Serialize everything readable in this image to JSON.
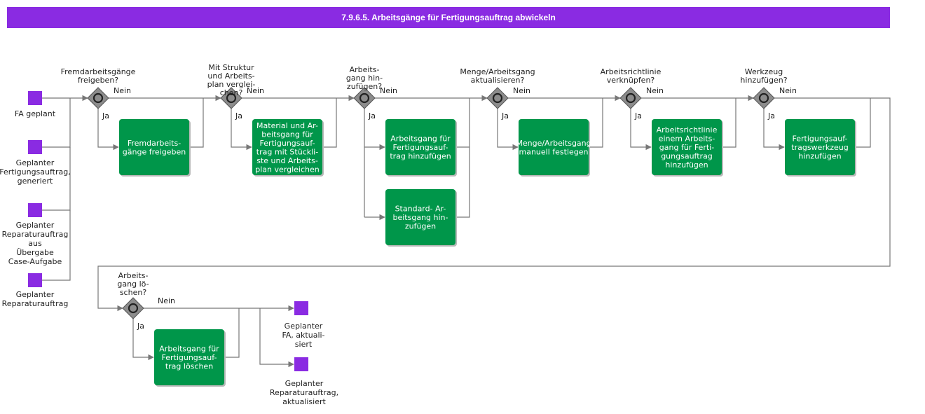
{
  "title": "7.9.6.5. Arbeitsgänge für Fertigungsauftrag abwickeln",
  "colors": {
    "title_bg": "#8a2be2",
    "event": "#8a2be2",
    "task": "#00964a",
    "gateway": "#8c8c8c",
    "line": "#777777"
  },
  "start_events": [
    {
      "id": "se1",
      "lines": [
        "FA geplant"
      ]
    },
    {
      "id": "se2",
      "lines": [
        "Geplanter",
        "Fertigungsauftrag,",
        "generiert"
      ]
    },
    {
      "id": "se3",
      "lines": [
        "Geplanter",
        "Reparaturauftrag",
        "aus",
        "Übergabe",
        "Case-Aufgabe"
      ]
    },
    {
      "id": "se4",
      "lines": [
        "Geplanter",
        "Reparaturauftrag"
      ]
    }
  ],
  "gateways": [
    {
      "id": "g1",
      "question": [
        "Fremdarbeitsgänge",
        "freigeben?"
      ]
    },
    {
      "id": "g2",
      "question": [
        "Mit Struktur",
        "und Arbeits-",
        "plan verglei-",
        "chen?"
      ]
    },
    {
      "id": "g3",
      "question": [
        "Arbeits-",
        "gang hin-",
        "zufügen?"
      ]
    },
    {
      "id": "g4",
      "question": [
        "Menge/Arbeitsgang",
        "aktualisieren?"
      ]
    },
    {
      "id": "g5",
      "question": [
        "Arbeitsrichtlinie",
        "verknüpfen?"
      ]
    },
    {
      "id": "g6",
      "question": [
        "Werkzeug",
        "hinzufügen?"
      ]
    },
    {
      "id": "g7",
      "question": [
        "Arbeits-",
        "gang lö-",
        "schen?"
      ]
    }
  ],
  "branch_labels": {
    "yes": "Ja",
    "no": "Nein"
  },
  "tasks": [
    {
      "id": "t1",
      "lines": [
        "Fremdarbeits-",
        "gänge freigeben"
      ]
    },
    {
      "id": "t2",
      "lines": [
        "Material und Ar-",
        "beitsgang für",
        "Fertigungsauf-",
        "trag mit Stückli-",
        "ste und Arbeits-",
        "plan vergleichen"
      ]
    },
    {
      "id": "t3",
      "lines": [
        "Arbeitsgang für",
        "Fertigungsauf-",
        "trag hinzufügen"
      ]
    },
    {
      "id": "t4",
      "lines": [
        "Standard- Ar-",
        "beitsgang  hin-",
        "zufügen"
      ]
    },
    {
      "id": "t5",
      "lines": [
        "Menge/Arbeitsgang",
        "manuell festlegen"
      ]
    },
    {
      "id": "t6",
      "lines": [
        "Arbeitsrichtlinie",
        "einem Arbeits-",
        "gang für Ferti-",
        "gungsauftrag",
        "hinzufügen"
      ]
    },
    {
      "id": "t7",
      "lines": [
        "Fertigungsauf-",
        "tragswerkzeug",
        "hinzufügen"
      ]
    },
    {
      "id": "t8",
      "lines": [
        "Arbeitsgang für",
        "Fertigungsauf-",
        "trag löschen"
      ]
    }
  ],
  "end_events": [
    {
      "id": "ee1",
      "lines": [
        "Geplanter",
        "FA, aktuali-",
        "siert"
      ]
    },
    {
      "id": "ee2",
      "lines": [
        "Geplanter",
        "Reparaturauftrag,",
        "aktualisiert"
      ]
    }
  ]
}
